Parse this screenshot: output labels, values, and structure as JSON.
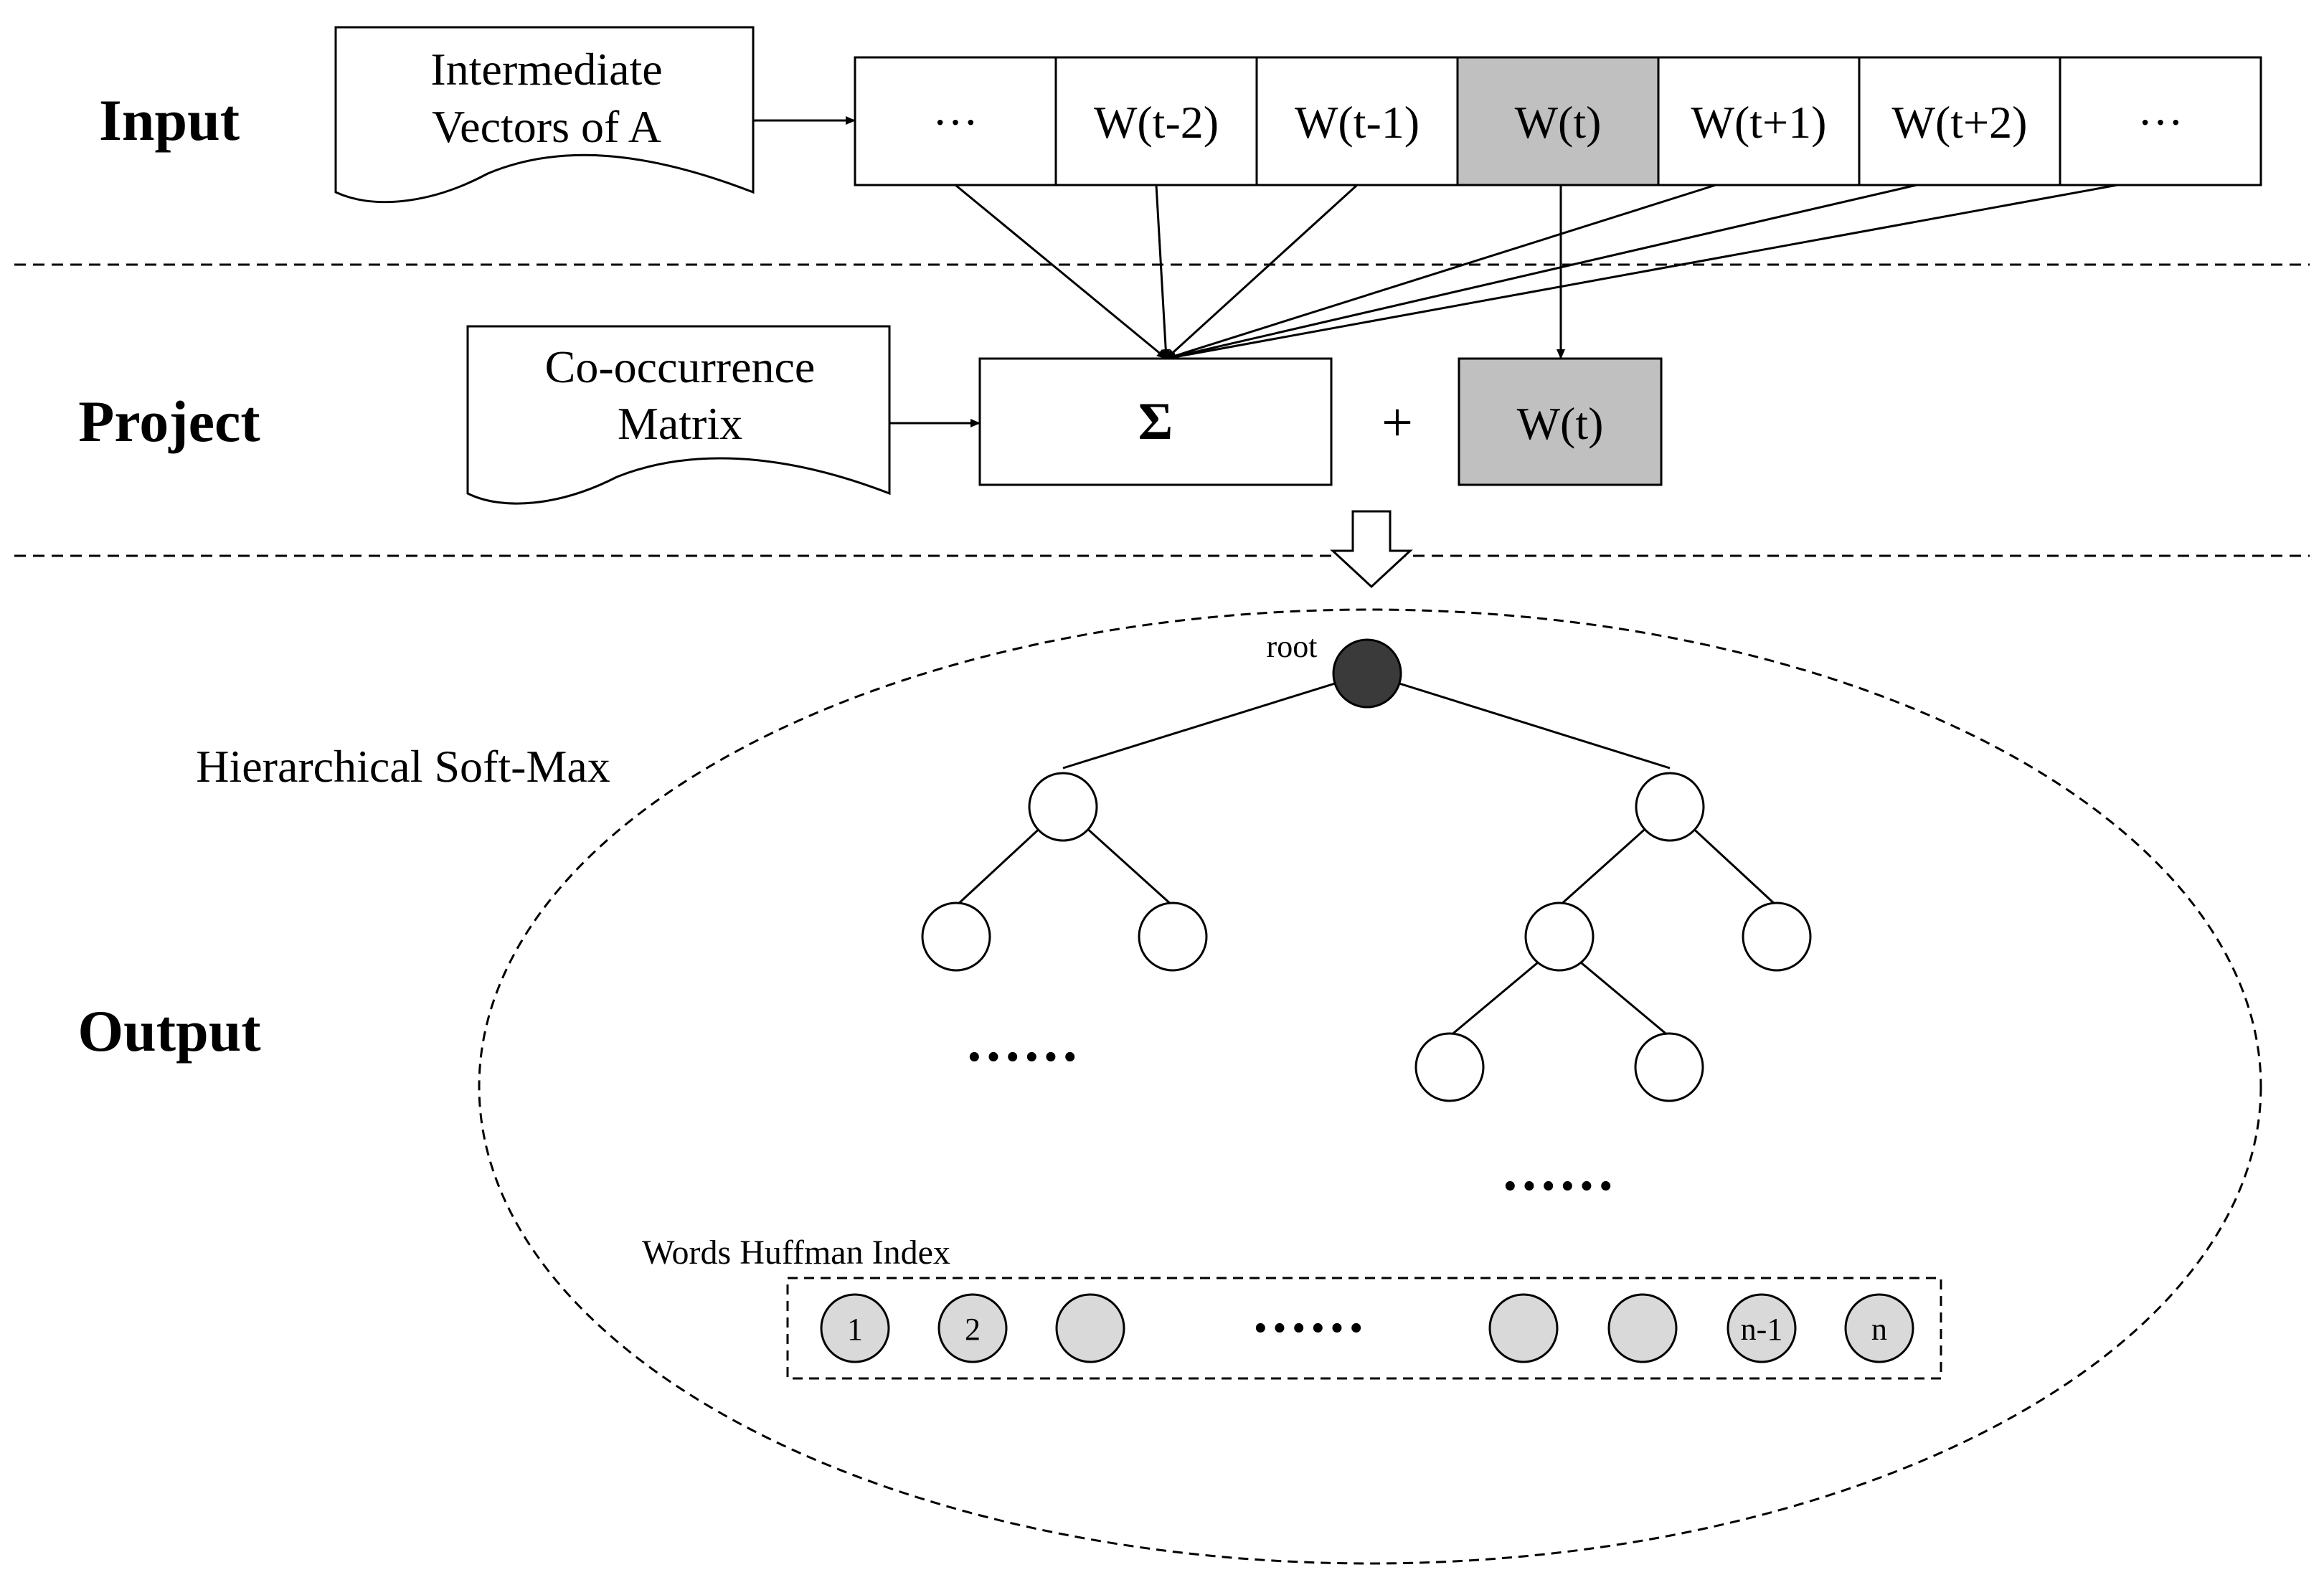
{
  "sections": {
    "input_label": "Input",
    "project_label": "Project",
    "output_label": "Output"
  },
  "input_doc": {
    "line1": "Intermediate",
    "line2": "Vectors of A"
  },
  "input_vector_cells": [
    "···",
    "W(t-2)",
    "W(t-1)",
    "W(t)",
    "W(t+1)",
    "W(t+2)",
    "···"
  ],
  "highlighted_cell": "W(t)",
  "project_doc": {
    "line1": "Co-occurrence",
    "line2": "Matrix"
  },
  "sum_symbol": "Σ",
  "plus_symbol": "+",
  "project_wt": "W(t)",
  "output": {
    "softmax_label": "Hierarchical Soft-Max",
    "root_label": "root",
    "ellipsis_left": "······",
    "ellipsis_right": "······",
    "huffman_label": "Words Huffman Index",
    "huffman_nodes": [
      "1",
      "2",
      "",
      "",
      "",
      "n-1",
      "n"
    ],
    "huffman_ellipsis": "······"
  },
  "colors": {
    "highlight": "#c0c0c0",
    "root_node": "#3a3a3a",
    "huffman_node": "#d9d9d9",
    "stroke": "#000000"
  }
}
